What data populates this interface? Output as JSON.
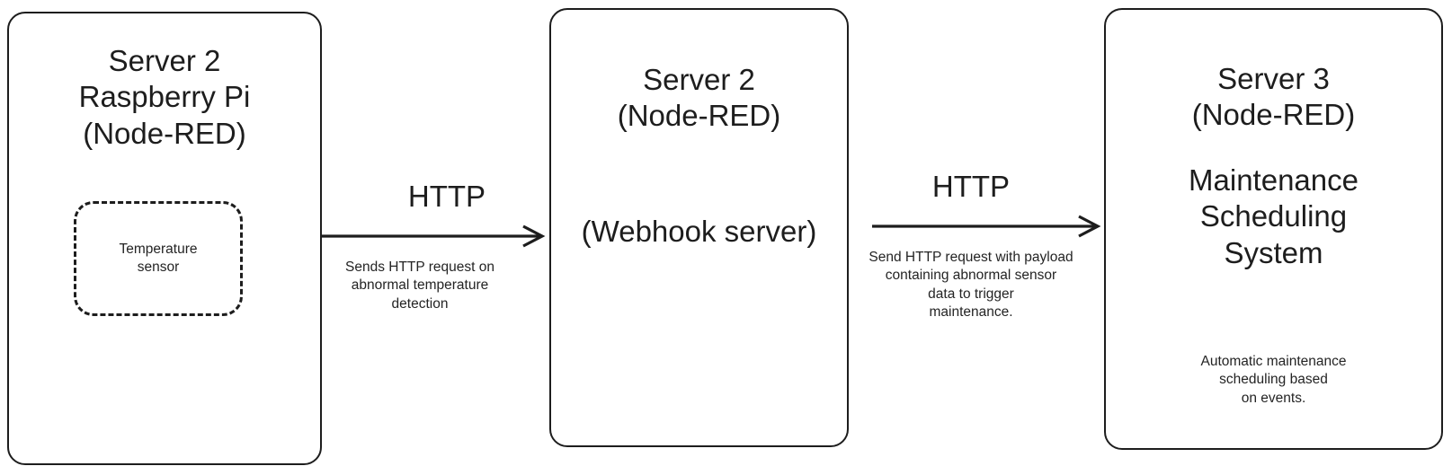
{
  "diagram": {
    "type": "flow-diagram",
    "background_color": "#ffffff",
    "stroke_color": "#1d1d1d",
    "text_color": "#1d1d1d",
    "nodes": [
      {
        "id": "left-node",
        "title_line1": "Server 2",
        "title_line2": "Raspberry Pi",
        "title_line3": "(Node-RED)",
        "title": "Server 2\nRaspberry Pi\n(Node-RED)",
        "inner": {
          "id": "temperature-sensor",
          "label": "Temperature\nsensor",
          "border_style": "dashed"
        }
      },
      {
        "id": "middle-node",
        "title": "Server 2\n(Node-RED)",
        "subtitle": "(Webhook server)"
      },
      {
        "id": "right-node",
        "title": "Server 3\n(Node-RED)",
        "subtitle": "Maintenance\nScheduling\nSystem",
        "caption": "Automatic maintenance\nscheduling based\non events."
      }
    ],
    "edges": [
      {
        "id": "edge-left-to-middle",
        "protocol_label": "HTTP",
        "description": "Sends HTTP request on\nabnormal temperature\ndetection",
        "from": "left-node",
        "to": "middle-node",
        "arrowhead": "open"
      },
      {
        "id": "edge-middle-to-right",
        "protocol_label": "HTTP",
        "description": "Send HTTP request with payload\ncontaining abnormal sensor\ndata to trigger\nmaintenance.",
        "from": "middle-node",
        "to": "right-node",
        "arrowhead": "open"
      }
    ]
  }
}
